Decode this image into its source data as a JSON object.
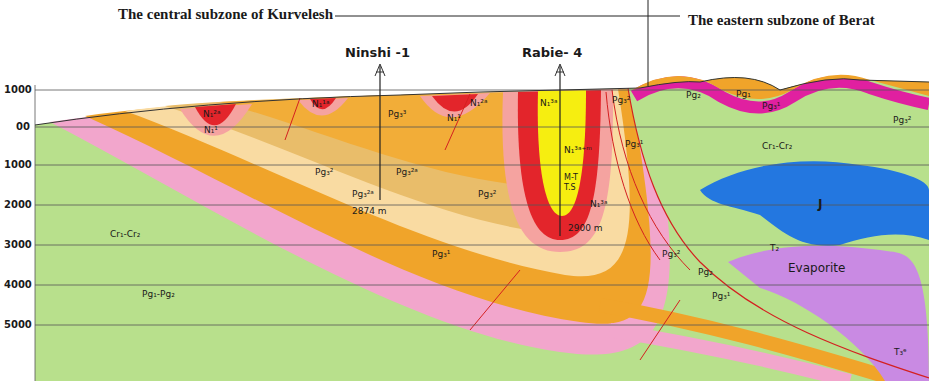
{
  "diagram": {
    "labels": [
      "The central subzone of Kurvelesh",
      "The eastern subzone of Berat",
      "Ninshi -1",
      "Rabie- 4",
      "1000",
      "00",
      "1000",
      "2000",
      "3000",
      "4000",
      "5000",
      "N₁²ᵃ",
      "N₁¹",
      "Pg₃³",
      "Pg₃²ᵃ",
      "Pg₃²",
      "Pg₃²",
      "Pg₃¹",
      "Pg₃²ᵃ",
      "2874 m",
      "Pg₁-Pg₂",
      "Cr₁-Cr₂",
      "N₁³ᵃ⁺ᵐ",
      "M-T",
      "T.S",
      "2900 m",
      "N₁¹ᵃ",
      "N₁¹",
      "N₁²ᵃ",
      "N₁³ᵃ",
      "N₁³ᵃ",
      "Pg₃²",
      "Pg₃¹",
      "Pg₂",
      "Pg₁",
      "Pg₃¹",
      "Cr₁-Cr₂",
      "J",
      "T₂",
      "Evaporite",
      "Pg₃²",
      "Pg₂",
      "Pg₃¹",
      "Pg₃²",
      "T₃ᵉ"
    ]
  }
}
